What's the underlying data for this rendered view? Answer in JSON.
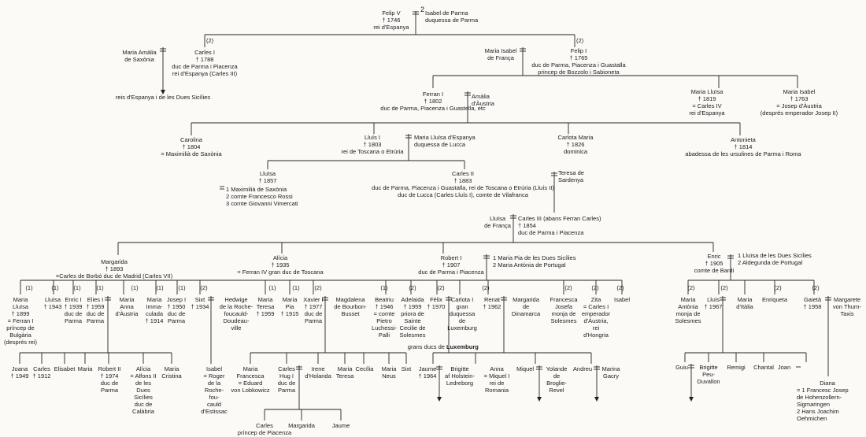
{
  "nodes": {
    "felip_v": "Felip V\n† 1746\nrei d'Espanya",
    "isabel_parma": "Isabel de Parma\nduquessa de Parma",
    "sup2_top": "2",
    "m_amalia": "Maria Amàlia\nde Saxònia",
    "carles_i": "Carles I\n† 1788\nduc de Parma i Piacenza\nrei d'Espanya (Carles III)",
    "reis": "reis d'Espanya i de les Dues Sicílies",
    "m_isabel_f": "Maria Isabel\nde França",
    "felip_i": "Felip I\n† 1765\nduc de Parma, Piacenza i Guastalla\nprincep de Bozzolo i Sabioneta",
    "ferran_i": "Ferran I\n† 1802\nduc de Parma, Piacenza i Guastella, etc",
    "amalia_a": "Amàlia\nd'Àustria",
    "m_lluisa_1819": "Maria Lluïsa\n† 1819\n= Carles IV\nrei d'Espanya",
    "m_isabel_1763": "Maria Isabel\n† 1763\n= Josep d'Àustria\n(després emperador Josep II)",
    "carolina": "Carolina\n† 1804\n= Maximilià de Saxònia",
    "lluis_i": "Lluís I\n† 1803\nrei de Toscana o Etrúria",
    "m_lluisa_esp": "Maria Lluïsa d'Espanya\nduquessa de Lucca",
    "carlota_m": "Carlota Maria\n† 1826\ndominica",
    "antonieta": "Antonieta\n† 1814\nabadessa de les ursulines de Parma i Roma",
    "lluisa_1857": "Lluïsa\n† 1857",
    "lluisa_spouses": "1 Maximilià de Saxònia\n2 comte Francesco Rossi\n3 comte Giovanni Vimercati",
    "carles_ii": "Carles II\n† 1883\nduc de Parma, Piacenza i Guastalla, rei de Toscana o Etrúria (Lluís II)\nduc de Lucca (Carles Lluís I), comte de Vilafranca",
    "teresa_s": "Teresa de\nSardenya",
    "lluisa_f": "Lluïsa\nde França",
    "carles_iii": "Carles III (abans Ferran Carles)\n† 1854\nduc de Parma i Piacenza",
    "margarida": "Margarida\n† 1893\n=Carles de Borbó duc de Madrid (Carles VII)",
    "alicia": "Alícia\n† 1935\n= Ferran IV gran duc de Toscana",
    "robert_i": "Robert I\n† 1907\nduc de Parma i Piacenza",
    "robert_spouses": "1 Maria Pia de les Dues Sicílies\n2 Maria Antònia de Portugal",
    "enric": "Enric\n† 1905\ncomte de Bardi",
    "enric_spouses": "1 Lluïsa de les Dues Sicílies\n2 Aldegunda de Portugal",
    "c_m_lluisa": "Maria\nLluïsa\n† 1899\n= Ferran I\npríncep de\nBulgària\n(després rei)",
    "c_lluisa": "Lluïsa\n† 1943",
    "c_enric": "Enric I\n† 1939\nduc de\nParma",
    "c_elies": "Elies I\n† 1959\nduc de\nParma",
    "c_m_anna": "Maria\nAnna\nd'Àustria",
    "c_m_immac": "Maria\nImma-\nculada\n† 1914",
    "c_josep": "Josep I\n† 1950\nduc de\nParma",
    "c_sixt": "Sixt\n† 1934",
    "c_hedwige": "Hedwige\nde la Roche-\nfoucauld-\nDoudeau-\nville",
    "c_m_teresa": "Maria\nTeresa\n† 1959",
    "c_m_pia": "Maria\nPia\n† 1915",
    "c_xavier": "Xavier I\n† 1977\nduc de\nParma",
    "c_magdalena": "Magdalena\nde Bourbon-\nBusset",
    "c_beatriu": "Beatriu\n† 1946\n= comte\nPietro\nLuchessi-\nPalli",
    "c_adelaida": "Adelaida\n† 1959\npriora de\nSainte\nCecilie de\nSolesmes",
    "c_felix": "Fèlix\n† 1970",
    "c_carlota": "Carlota I\ngran\nduquessa\nde\nLuxemburg",
    "c_renat": "Renat\n† 1962",
    "c_margarida2": "Margarida\nde\nDinamarca",
    "c_francesca": "Francesca\nJosefa\nmonja de\nSolesmes",
    "c_zita": "Zita\n= Carles I\nemperador\nd'Àustria,\nrei\nd'Hongria",
    "c_isabel": "Isabel",
    "c_m_antonia": "Maria\nAntònia\nmonja de\nSolesmes",
    "c_lluis": "Lluís\n† 1967",
    "c_maria_it": "Maria\nd'Itàlia",
    "c_enriqueta": "Enriqueta",
    "c_gaieta": "Gaietà\n† 1958",
    "c_margarete": "Margarete\nvon Thurn-\nTaxis",
    "g_joana": "Joana\n† 1949",
    "g_carles": "Carles\n† 1912",
    "g_elisabet": "Elisabet",
    "g_maria": "Maria",
    "g_robert": "Robert II\n† 1974\nduc de\nParma",
    "g_alicia": "Alícia\n= Alfons II\nde les\nDues\nSicílies\nduc de\nCalàbria",
    "g_m_cristina": "Maria\nCristina",
    "g_isabel": "Isabel\n= Roger\nde la\nRoche-\nfou-\ncauld\nd'Estissac",
    "g_m_francesca": "Maria\nFrancesca\n= Eduard\nvon Lobkowicz",
    "g_carles_hug": "Carles\nHug I\nduc de\nParma",
    "g_irene": "Irene\nd'Holanda",
    "g_m_teresa": "Maria\nTeresa",
    "g_cecilia": "Cecília",
    "g_m_neus": "Maria\nNeus",
    "g_sixt": "Sixt",
    "grans_ducs": "grans ducs de ",
    "luxemburg": "Luxemburg",
    "g_jaume": "Jaume\n† 1964",
    "g_brigitte": "Brigitte\naf Holstein-\nLedreborg",
    "g_anna": "Anna\n= Miquel I\nrei de\nRomania",
    "g_miquel": "Miquel",
    "g_yolande": "Yolande\nde\nBroglie-\nRevel",
    "g_andreu": "Andreu",
    "g_marina": "Marina\nGacry",
    "g_guiu": "Guiu",
    "g_brigitte2": "Brigitte\nPeu-\nDuvallon",
    "g_remigi": "Remigi",
    "g_chantal": "Chantal",
    "g_joan": "Joan",
    "g_diana": "Diana",
    "g_diana_sp": "= 1 Francesc Josep\nde Hohenzollern-\nSigmaringen\n2 Hans Joachim\nOehmichen",
    "gg_carles": "Carles\npríncep de Piacenza",
    "gg_margarida": "Margarida",
    "gg_jaume": "Jaume"
  },
  "marks": {
    "mark_1": "(1)",
    "mark_2": "(2)",
    "marriage": "=",
    "spouse_eq": "="
  }
}
